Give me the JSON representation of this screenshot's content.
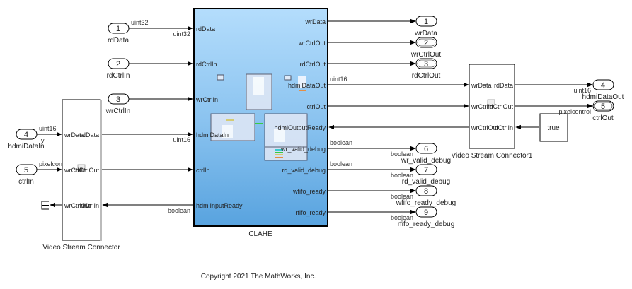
{
  "diagram": {
    "copyright": "Copyright 2021 The MathWorks, Inc.",
    "colors": {
      "clahe_top": "#b3dcfb",
      "clahe_bottom": "#5aa5e0",
      "line": "#000000"
    },
    "inports": [
      {
        "num": "1",
        "label": "rdData",
        "signal": "uint32"
      },
      {
        "num": "2",
        "label": "rdCtrlIn",
        "signal": ""
      },
      {
        "num": "3",
        "label": "wrCtrlIn",
        "signal": ""
      },
      {
        "num": "4",
        "label": "hdmiDataIn",
        "signal": "uint16",
        "signal2": "y"
      },
      {
        "num": "5",
        "label": "ctrlIn",
        "signal": "pixelcon"
      }
    ],
    "outports": [
      {
        "num": "1",
        "label": "wrData"
      },
      {
        "num": "2",
        "label": "wrCtrlOut"
      },
      {
        "num": "3",
        "label": "rdCtrlOut"
      },
      {
        "num": "4",
        "label": "hdmiDataOut",
        "signal": "uint16"
      },
      {
        "num": "5",
        "label": "ctrlOut",
        "signal": "pixelcontrol"
      },
      {
        "num": "6",
        "label": "wr_valid_debug",
        "signal": "boolean"
      },
      {
        "num": "7",
        "label": "rd_valid_debug",
        "signal": "boolean"
      },
      {
        "num": "8",
        "label": "wfifo_ready_debug",
        "signal": "boolean"
      },
      {
        "num": "9",
        "label": "rfifo_ready_debug",
        "signal": "boolean"
      }
    ],
    "clahe": {
      "name": "CLAHE",
      "inputs": [
        "rdData",
        "rdCtrlIn",
        "wrCtrlIn",
        "hdmiDataIn",
        "ctrlIn",
        "hdmiInputReady"
      ],
      "outputs": [
        "wrData",
        "wrCtrlOut",
        "rdCtrlOut",
        "hdmiDataOut",
        "ctrlOut",
        "hdmiOutputReady",
        "wr_valid_debug",
        "rd_valid_debug",
        "wfifo_ready",
        "rfifo_ready"
      ],
      "signals": {
        "rdData_in": "uint32",
        "hdmiDataIn_in": "uint16",
        "hdmiInputReady_out": "boolean",
        "hdmiDataOut_out": "uint16",
        "wr_valid_out": "boolean",
        "rd_valid_out": "boolean"
      }
    },
    "vsc0": {
      "name": "Video Stream Connector",
      "ports": [
        "wrData",
        "rdData",
        "wrCtrlIn",
        "rdCtrlOut",
        "wrCtrlOut",
        "rdCtrlIn"
      ]
    },
    "vsc1": {
      "name": "Video Stream Connector1",
      "ports": [
        "wrData",
        "rdData",
        "wrCtrlIn",
        "rdCtrlOut",
        "wrCtrlOut",
        "rdCtrlIn"
      ]
    },
    "constant": {
      "value": "true"
    }
  }
}
